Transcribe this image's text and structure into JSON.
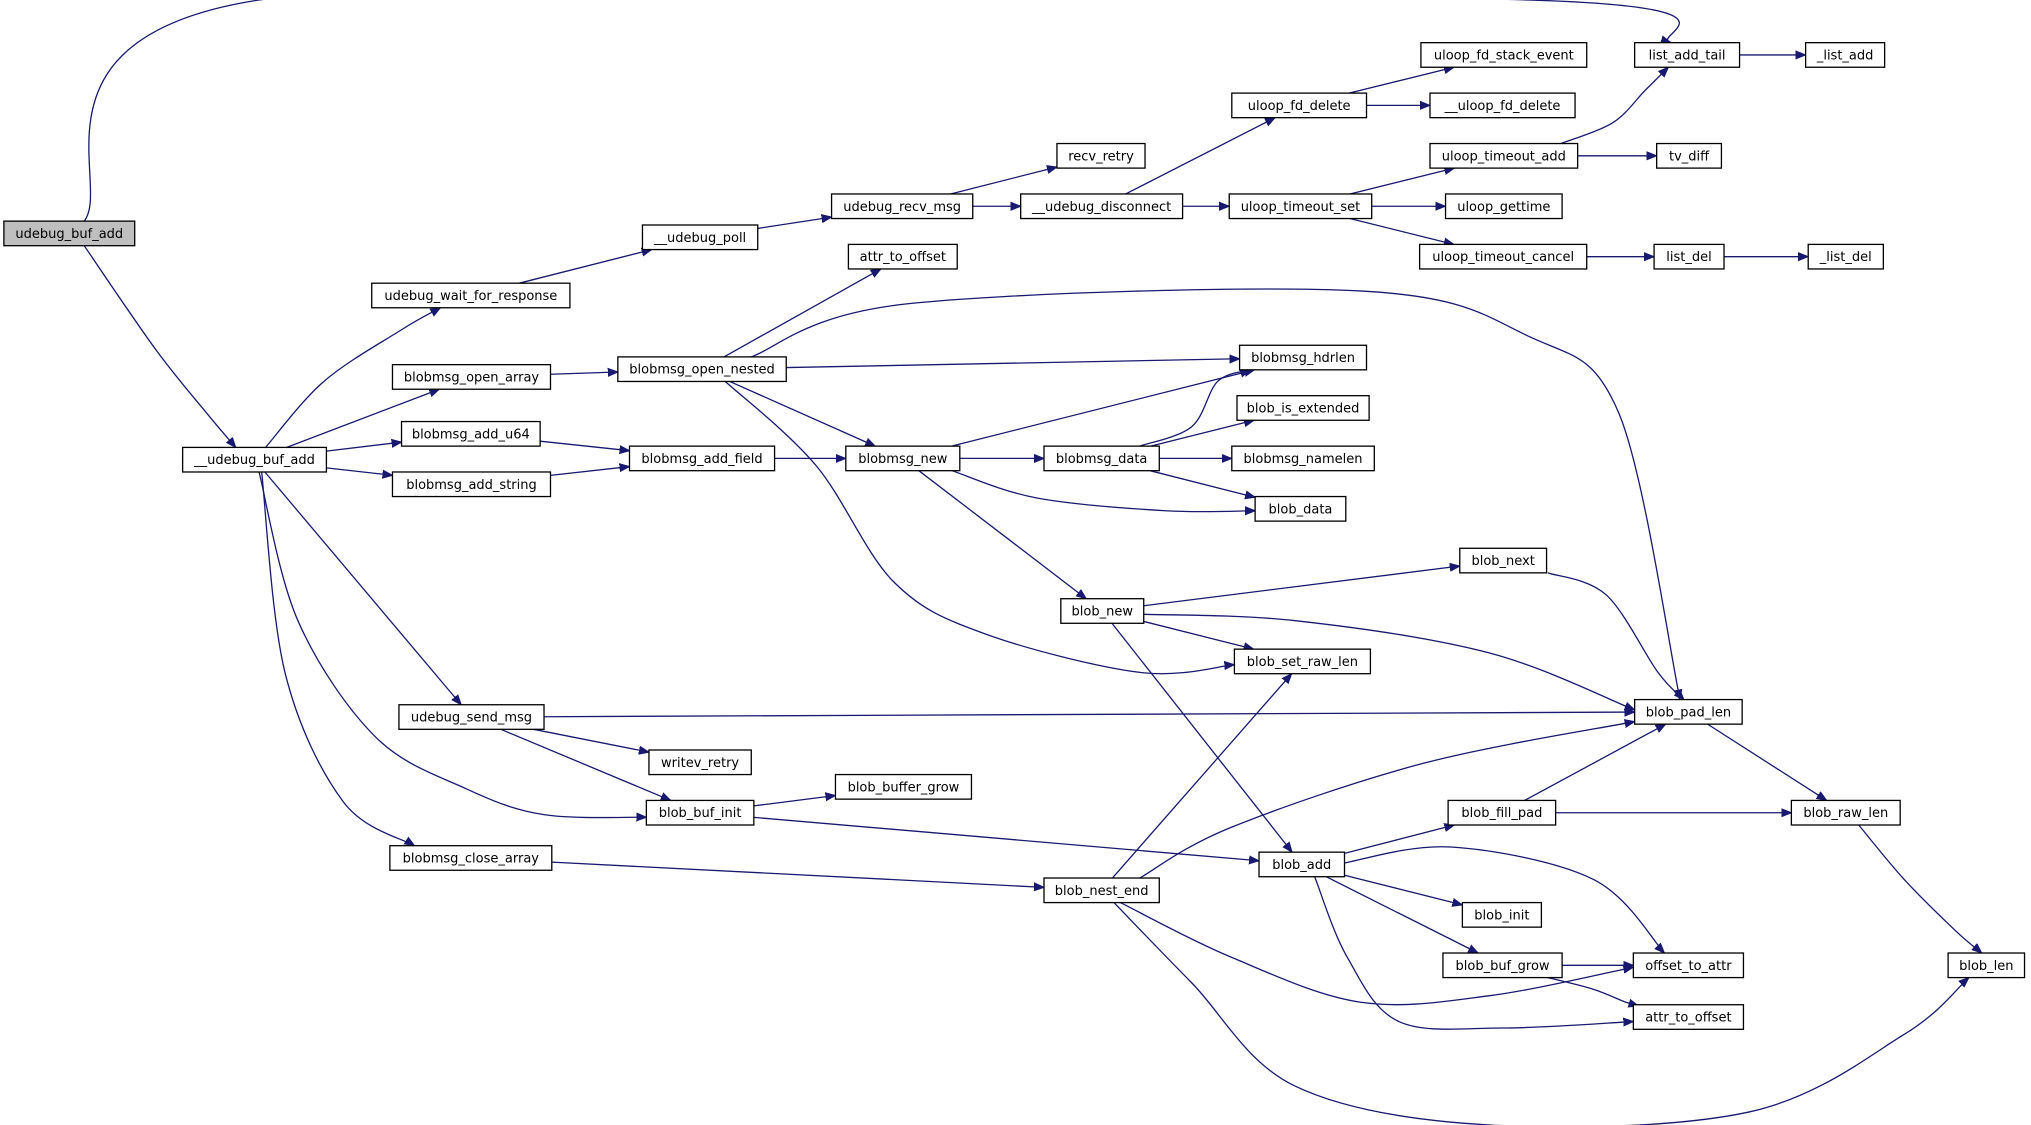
{
  "graph": {
    "nodes": [
      {
        "id": "udebug_buf_add",
        "label": "udebug_buf_add",
        "root": true
      },
      {
        "id": "__udebug_buf_add",
        "label": "__udebug_buf_add"
      },
      {
        "id": "list_add_tail",
        "label": "list_add_tail"
      },
      {
        "id": "_list_add",
        "label": "_list_add"
      },
      {
        "id": "udebug_wait_for_response",
        "label": "udebug_wait_for_response"
      },
      {
        "id": "__udebug_poll",
        "label": "__udebug_poll"
      },
      {
        "id": "udebug_recv_msg",
        "label": "udebug_recv_msg"
      },
      {
        "id": "recv_retry",
        "label": "recv_retry"
      },
      {
        "id": "__udebug_disconnect",
        "label": "__udebug_disconnect"
      },
      {
        "id": "uloop_fd_delete",
        "label": "uloop_fd_delete"
      },
      {
        "id": "uloop_fd_stack_event",
        "label": "uloop_fd_stack_event"
      },
      {
        "id": "__uloop_fd_delete",
        "label": "__uloop_fd_delete"
      },
      {
        "id": "uloop_timeout_set",
        "label": "uloop_timeout_set"
      },
      {
        "id": "uloop_timeout_add",
        "label": "uloop_timeout_add"
      },
      {
        "id": "tv_diff",
        "label": "tv_diff"
      },
      {
        "id": "uloop_gettime",
        "label": "uloop_gettime"
      },
      {
        "id": "uloop_timeout_cancel",
        "label": "uloop_timeout_cancel"
      },
      {
        "id": "list_del",
        "label": "list_del"
      },
      {
        "id": "_list_del",
        "label": "_list_del"
      },
      {
        "id": "attr_to_offset_top",
        "label": "attr_to_offset"
      },
      {
        "id": "blobmsg_open_array",
        "label": "blobmsg_open_array"
      },
      {
        "id": "blobmsg_open_nested",
        "label": "blobmsg_open_nested"
      },
      {
        "id": "blobmsg_hdrlen",
        "label": "blobmsg_hdrlen"
      },
      {
        "id": "blobmsg_add_u64",
        "label": "blobmsg_add_u64"
      },
      {
        "id": "blobmsg_add_string",
        "label": "blobmsg_add_string"
      },
      {
        "id": "blobmsg_add_field",
        "label": "blobmsg_add_field"
      },
      {
        "id": "blobmsg_new",
        "label": "blobmsg_new"
      },
      {
        "id": "blobmsg_data",
        "label": "blobmsg_data"
      },
      {
        "id": "blob_is_extended",
        "label": "blob_is_extended"
      },
      {
        "id": "blobmsg_namelen",
        "label": "blobmsg_namelen"
      },
      {
        "id": "blob_data",
        "label": "blob_data"
      },
      {
        "id": "blob_next",
        "label": "blob_next"
      },
      {
        "id": "blob_new",
        "label": "blob_new"
      },
      {
        "id": "blob_set_raw_len",
        "label": "blob_set_raw_len"
      },
      {
        "id": "udebug_send_msg",
        "label": "udebug_send_msg"
      },
      {
        "id": "blob_pad_len",
        "label": "blob_pad_len"
      },
      {
        "id": "writev_retry",
        "label": "writev_retry"
      },
      {
        "id": "blob_buf_init",
        "label": "blob_buf_init"
      },
      {
        "id": "blob_buffer_grow",
        "label": "blob_buffer_grow"
      },
      {
        "id": "blobmsg_close_array",
        "label": "blobmsg_close_array"
      },
      {
        "id": "blob_nest_end",
        "label": "blob_nest_end"
      },
      {
        "id": "blob_add",
        "label": "blob_add"
      },
      {
        "id": "blob_fill_pad",
        "label": "blob_fill_pad"
      },
      {
        "id": "blob_raw_len",
        "label": "blob_raw_len"
      },
      {
        "id": "blob_init",
        "label": "blob_init"
      },
      {
        "id": "blob_buf_grow",
        "label": "blob_buf_grow"
      },
      {
        "id": "offset_to_attr",
        "label": "offset_to_attr"
      },
      {
        "id": "attr_to_offset_bottom",
        "label": "attr_to_offset"
      },
      {
        "id": "blob_len",
        "label": "blob_len"
      }
    ],
    "edges": [
      [
        "udebug_buf_add",
        "list_add_tail"
      ],
      [
        "udebug_buf_add",
        "__udebug_buf_add"
      ],
      [
        "list_add_tail",
        "_list_add"
      ],
      [
        "__udebug_buf_add",
        "udebug_wait_for_response"
      ],
      [
        "__udebug_buf_add",
        "blobmsg_open_array"
      ],
      [
        "__udebug_buf_add",
        "blobmsg_add_u64"
      ],
      [
        "__udebug_buf_add",
        "blobmsg_add_string"
      ],
      [
        "__udebug_buf_add",
        "udebug_send_msg"
      ],
      [
        "__udebug_buf_add",
        "blob_buf_init"
      ],
      [
        "__udebug_buf_add",
        "blobmsg_close_array"
      ],
      [
        "udebug_wait_for_response",
        "__udebug_poll"
      ],
      [
        "__udebug_poll",
        "udebug_recv_msg"
      ],
      [
        "udebug_recv_msg",
        "recv_retry"
      ],
      [
        "udebug_recv_msg",
        "__udebug_disconnect"
      ],
      [
        "__udebug_disconnect",
        "uloop_fd_delete"
      ],
      [
        "__udebug_disconnect",
        "uloop_timeout_set"
      ],
      [
        "uloop_fd_delete",
        "uloop_fd_stack_event"
      ],
      [
        "uloop_fd_delete",
        "__uloop_fd_delete"
      ],
      [
        "uloop_timeout_set",
        "uloop_timeout_add"
      ],
      [
        "uloop_timeout_set",
        "uloop_gettime"
      ],
      [
        "uloop_timeout_set",
        "uloop_timeout_cancel"
      ],
      [
        "uloop_timeout_add",
        "list_add_tail"
      ],
      [
        "uloop_timeout_add",
        "tv_diff"
      ],
      [
        "uloop_timeout_cancel",
        "list_del"
      ],
      [
        "list_del",
        "_list_del"
      ],
      [
        "blobmsg_open_array",
        "blobmsg_open_nested"
      ],
      [
        "blobmsg_open_nested",
        "attr_to_offset_top"
      ],
      [
        "blobmsg_open_nested",
        "blob_pad_len"
      ],
      [
        "blobmsg_open_nested",
        "blobmsg_hdrlen"
      ],
      [
        "blobmsg_open_nested",
        "blobmsg_new"
      ],
      [
        "blobmsg_open_nested",
        "blob_set_raw_len"
      ],
      [
        "blobmsg_add_u64",
        "blobmsg_add_field"
      ],
      [
        "blobmsg_add_string",
        "blobmsg_add_field"
      ],
      [
        "blobmsg_add_field",
        "blobmsg_new"
      ],
      [
        "blobmsg_new",
        "blobmsg_hdrlen"
      ],
      [
        "blobmsg_new",
        "blobmsg_data"
      ],
      [
        "blobmsg_new",
        "blob_data"
      ],
      [
        "blobmsg_new",
        "blob_new"
      ],
      [
        "blobmsg_data",
        "blobmsg_hdrlen"
      ],
      [
        "blobmsg_data",
        "blob_is_extended"
      ],
      [
        "blobmsg_data",
        "blobmsg_namelen"
      ],
      [
        "blobmsg_data",
        "blob_data"
      ],
      [
        "blob_new",
        "blob_next"
      ],
      [
        "blob_new",
        "blob_pad_len"
      ],
      [
        "blob_new",
        "blob_set_raw_len"
      ],
      [
        "blob_new",
        "blob_add"
      ],
      [
        "blob_next",
        "blob_pad_len"
      ],
      [
        "udebug_send_msg",
        "blob_pad_len"
      ],
      [
        "udebug_send_msg",
        "writev_retry"
      ],
      [
        "udebug_send_msg",
        "blob_buf_init"
      ],
      [
        "blob_buf_init",
        "blob_buffer_grow"
      ],
      [
        "blob_buf_init",
        "blob_add"
      ],
      [
        "blobmsg_close_array",
        "blob_nest_end"
      ],
      [
        "blob_nest_end",
        "blob_set_raw_len"
      ],
      [
        "blob_nest_end",
        "blob_pad_len"
      ],
      [
        "blob_nest_end",
        "offset_to_attr"
      ],
      [
        "blob_nest_end",
        "blob_len"
      ],
      [
        "blob_add",
        "blob_fill_pad"
      ],
      [
        "blob_add",
        "blob_init"
      ],
      [
        "blob_add",
        "blob_buf_grow"
      ],
      [
        "blob_add",
        "offset_to_attr"
      ],
      [
        "blob_add",
        "attr_to_offset_bottom"
      ],
      [
        "blob_fill_pad",
        "blob_pad_len"
      ],
      [
        "blob_fill_pad",
        "blob_raw_len"
      ],
      [
        "blob_buf_grow",
        "offset_to_attr"
      ],
      [
        "blob_buf_grow",
        "attr_to_offset_bottom"
      ],
      [
        "blob_pad_len",
        "blob_raw_len"
      ],
      [
        "blob_raw_len",
        "blob_len"
      ]
    ]
  }
}
